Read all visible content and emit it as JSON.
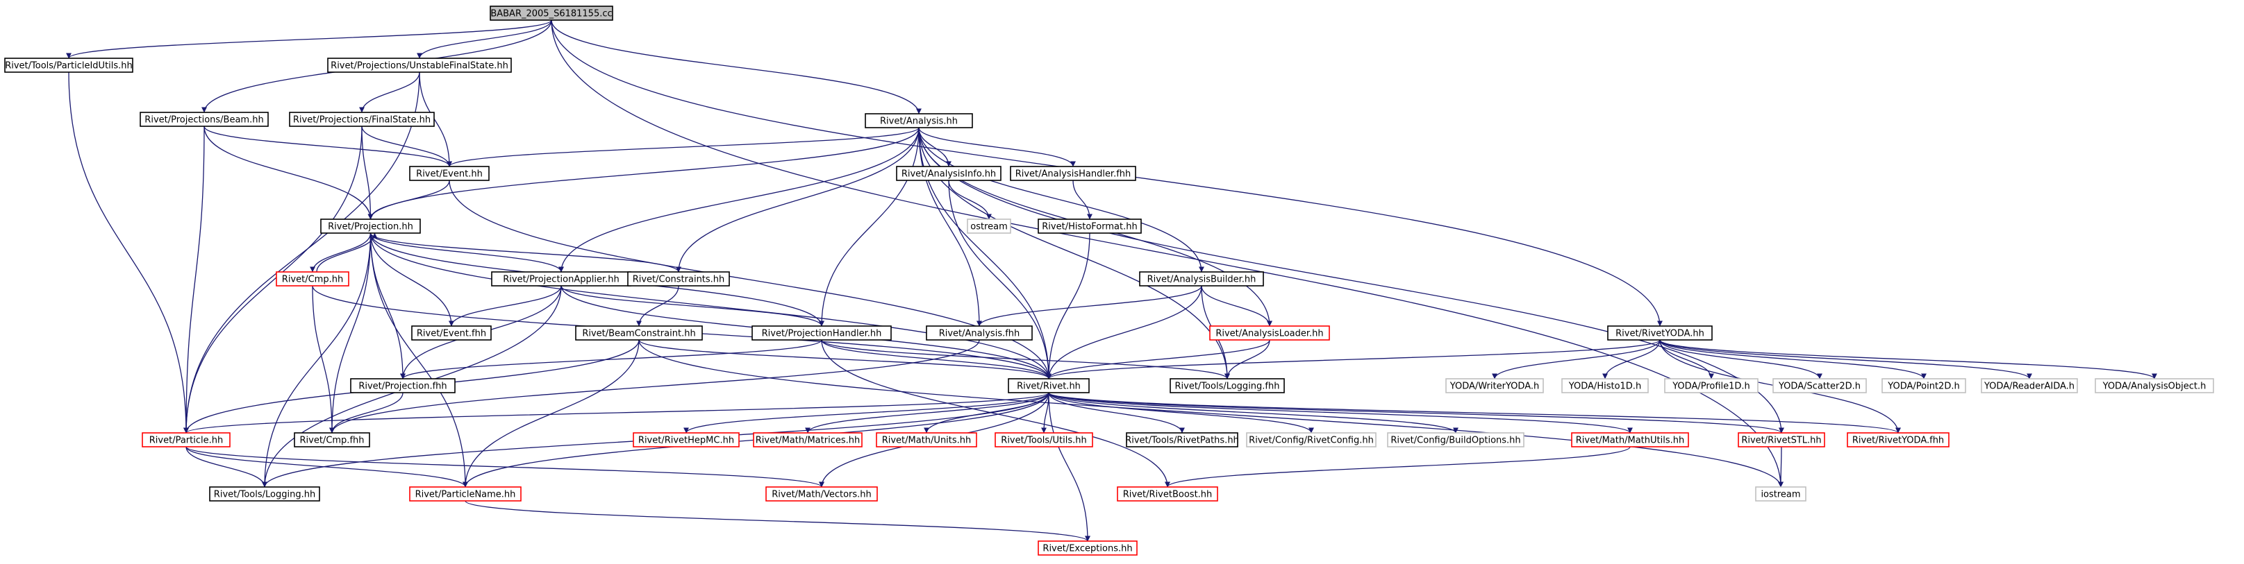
{
  "colors": {
    "edge": "#191970",
    "root_fill": "#bfbfbf",
    "documented_border": "#000000",
    "truncated_border": "#ff0000",
    "external_border": "#bfbfbf",
    "external_text": "#555555",
    "background": "#ffffff"
  },
  "nodes": [
    {
      "id": "root",
      "label": "BABAR_2005_S6181155.cc",
      "kind": "root"
    },
    {
      "id": "pidutils",
      "label": "Rivet/Tools/ParticleIdUtils.hh",
      "kind": "documented"
    },
    {
      "id": "ufs",
      "label": "Rivet/Projections/UnstableFinalState.hh",
      "kind": "documented"
    },
    {
      "id": "beam",
      "label": "Rivet/Projections/Beam.hh",
      "kind": "documented"
    },
    {
      "id": "fs",
      "label": "Rivet/Projections/FinalState.hh",
      "kind": "documented"
    },
    {
      "id": "analysis",
      "label": "Rivet/Analysis.hh",
      "kind": "documented"
    },
    {
      "id": "event",
      "label": "Rivet/Event.hh",
      "kind": "documented"
    },
    {
      "id": "projection",
      "label": "Rivet/Projection.hh",
      "kind": "documented"
    },
    {
      "id": "cmp",
      "label": "Rivet/Cmp.hh",
      "kind": "truncated"
    },
    {
      "id": "projapplier",
      "label": "Rivet/ProjectionApplier.hh",
      "kind": "documented"
    },
    {
      "id": "constraints",
      "label": "Rivet/Constraints.hh",
      "kind": "documented"
    },
    {
      "id": "eventfhh",
      "label": "Rivet/Event.fhh",
      "kind": "documented"
    },
    {
      "id": "beamconstraint",
      "label": "Rivet/BeamConstraint.hh",
      "kind": "documented"
    },
    {
      "id": "projhandler",
      "label": "Rivet/ProjectionHandler.hh",
      "kind": "documented"
    },
    {
      "id": "analysisinfo",
      "label": "Rivet/AnalysisInfo.hh",
      "kind": "documented"
    },
    {
      "id": "analysishandler",
      "label": "Rivet/AnalysisHandler.fhh",
      "kind": "documented"
    },
    {
      "id": "ostream",
      "label": "ostream",
      "kind": "external"
    },
    {
      "id": "histoformat",
      "label": "Rivet/HistoFormat.hh",
      "kind": "documented"
    },
    {
      "id": "analysisbuilder",
      "label": "Rivet/AnalysisBuilder.hh",
      "kind": "documented"
    },
    {
      "id": "analysisfhh",
      "label": "Rivet/Analysis.fhh",
      "kind": "documented"
    },
    {
      "id": "analysisloader",
      "label": "Rivet/AnalysisLoader.hh",
      "kind": "truncated"
    },
    {
      "id": "riverayoda",
      "label": "Rivet/RivetYODA.hh",
      "kind": "documented"
    },
    {
      "id": "projfhh",
      "label": "Rivet/Projection.fhh",
      "kind": "documented"
    },
    {
      "id": "rivethh",
      "label": "Rivet/Rivet.hh",
      "kind": "documented"
    },
    {
      "id": "toolslogfhh",
      "label": "Rivet/Tools/Logging.fhh",
      "kind": "documented"
    },
    {
      "id": "writeryoda",
      "label": "YODA/WriterYODA.h",
      "kind": "external"
    },
    {
      "id": "histo1d",
      "label": "YODA/Histo1D.h",
      "kind": "external"
    },
    {
      "id": "profile1d",
      "label": "YODA/Profile1D.h",
      "kind": "external"
    },
    {
      "id": "scatter2d",
      "label": "YODA/Scatter2D.h",
      "kind": "external"
    },
    {
      "id": "point2d",
      "label": "YODA/Point2D.h",
      "kind": "external"
    },
    {
      "id": "readeraida",
      "label": "YODA/ReaderAIDA.h",
      "kind": "external"
    },
    {
      "id": "analysisobject",
      "label": "YODA/AnalysisObject.h",
      "kind": "external"
    },
    {
      "id": "particle",
      "label": "Rivet/Particle.hh",
      "kind": "truncated"
    },
    {
      "id": "cmpfhh",
      "label": "Rivet/Cmp.fhh",
      "kind": "documented"
    },
    {
      "id": "hepmc",
      "label": "Rivet/RivetHepMC.hh",
      "kind": "truncated"
    },
    {
      "id": "matrices",
      "label": "Rivet/Math/Matrices.hh",
      "kind": "truncated"
    },
    {
      "id": "units",
      "label": "Rivet/Math/Units.hh",
      "kind": "truncated"
    },
    {
      "id": "toolsutils",
      "label": "Rivet/Tools/Utils.hh",
      "kind": "truncated"
    },
    {
      "id": "rivetpaths",
      "label": "Rivet/Tools/RivetPaths.hh",
      "kind": "documented"
    },
    {
      "id": "rivetconfig",
      "label": "Rivet/Config/RivetConfig.hh",
      "kind": "external"
    },
    {
      "id": "buildoptions",
      "label": "Rivet/Config/BuildOptions.hh",
      "kind": "external"
    },
    {
      "id": "mathutils",
      "label": "Rivet/Math/MathUtils.hh",
      "kind": "truncated"
    },
    {
      "id": "rivetstl",
      "label": "Rivet/RivetSTL.hh",
      "kind": "truncated"
    },
    {
      "id": "rivetyodafhh",
      "label": "Rivet/RivetYODA.fhh",
      "kind": "truncated"
    },
    {
      "id": "toolslogging",
      "label": "Rivet/Tools/Logging.hh",
      "kind": "documented"
    },
    {
      "id": "particlename",
      "label": "Rivet/ParticleName.hh",
      "kind": "truncated"
    },
    {
      "id": "vectors",
      "label": "Rivet/Math/Vectors.hh",
      "kind": "truncated"
    },
    {
      "id": "rivetboost",
      "label": "Rivet/RivetBoost.hh",
      "kind": "truncated"
    },
    {
      "id": "iostream",
      "label": "iostream",
      "kind": "external"
    },
    {
      "id": "exceptions",
      "label": "Rivet/Exceptions.hh",
      "kind": "truncated"
    }
  ],
  "edges": [
    [
      "root",
      "pidutils"
    ],
    [
      "root",
      "ufs"
    ],
    [
      "root",
      "beam"
    ],
    [
      "root",
      "analysis"
    ],
    [
      "root",
      "riverayoda"
    ],
    [
      "root",
      "iostream"
    ],
    [
      "pidutils",
      "particle"
    ],
    [
      "ufs",
      "fs"
    ],
    [
      "ufs",
      "event"
    ],
    [
      "ufs",
      "particle"
    ],
    [
      "beam",
      "event"
    ],
    [
      "beam",
      "projection"
    ],
    [
      "beam",
      "particle"
    ],
    [
      "fs",
      "event"
    ],
    [
      "fs",
      "projection"
    ],
    [
      "fs",
      "particle"
    ],
    [
      "analysis",
      "event"
    ],
    [
      "analysis",
      "projection"
    ],
    [
      "analysis",
      "projapplier"
    ],
    [
      "analysis",
      "constraints"
    ],
    [
      "analysis",
      "projhandler"
    ],
    [
      "analysis",
      "analysisinfo"
    ],
    [
      "analysis",
      "analysishandler"
    ],
    [
      "analysis",
      "analysisfhh"
    ],
    [
      "analysis",
      "analysisbuilder"
    ],
    [
      "analysis",
      "analysisloader"
    ],
    [
      "analysis",
      "rivethh"
    ],
    [
      "analysis",
      "toolslogfhh"
    ],
    [
      "analysis",
      "rivetstl"
    ],
    [
      "event",
      "projection"
    ],
    [
      "event",
      "rivethh"
    ],
    [
      "projection",
      "cmp"
    ],
    [
      "projection",
      "projapplier"
    ],
    [
      "projection",
      "constraints"
    ],
    [
      "projection",
      "eventfhh"
    ],
    [
      "projection",
      "projhandler"
    ],
    [
      "projection",
      "projfhh"
    ],
    [
      "projection",
      "rivethh"
    ],
    [
      "projection",
      "cmpfhh"
    ],
    [
      "projection",
      "particlename"
    ],
    [
      "projection",
      "toolslogging"
    ],
    [
      "cmp",
      "projection"
    ],
    [
      "cmp",
      "cmpfhh"
    ],
    [
      "cmp",
      "rivethh"
    ],
    [
      "projapplier",
      "eventfhh"
    ],
    [
      "projapplier",
      "projhandler"
    ],
    [
      "projapplier",
      "projfhh"
    ],
    [
      "projapplier",
      "rivethh"
    ],
    [
      "projapplier",
      "toolslogging"
    ],
    [
      "constraints",
      "beamconstraint"
    ],
    [
      "beamconstraint",
      "rivethh"
    ],
    [
      "beamconstraint",
      "particle"
    ],
    [
      "beamconstraint",
      "particlename"
    ],
    [
      "beamconstraint",
      "iostream"
    ],
    [
      "projhandler",
      "projfhh"
    ],
    [
      "projhandler",
      "rivethh"
    ],
    [
      "projhandler",
      "toolslogfhh"
    ],
    [
      "projhandler",
      "rivetboost"
    ],
    [
      "analysisinfo",
      "ostream"
    ],
    [
      "analysisinfo",
      "rivethh"
    ],
    [
      "analysishandler",
      "histoformat"
    ],
    [
      "histoformat",
      "rivethh"
    ],
    [
      "analysisbuilder",
      "analysisfhh"
    ],
    [
      "analysisbuilder",
      "analysisloader"
    ],
    [
      "analysisbuilder",
      "rivethh"
    ],
    [
      "analysisbuilder",
      "toolslogfhh"
    ],
    [
      "analysisloader",
      "rivethh"
    ],
    [
      "analysisloader",
      "toolslogfhh"
    ],
    [
      "analysisfhh",
      "cmpfhh"
    ],
    [
      "riverayoda",
      "rivethh"
    ],
    [
      "riverayoda",
      "rivetyodafhh"
    ],
    [
      "riverayoda",
      "writeryoda"
    ],
    [
      "riverayoda",
      "histo1d"
    ],
    [
      "riverayoda",
      "profile1d"
    ],
    [
      "riverayoda",
      "scatter2d"
    ],
    [
      "riverayoda",
      "point2d"
    ],
    [
      "riverayoda",
      "readeraida"
    ],
    [
      "riverayoda",
      "analysisobject"
    ],
    [
      "projfhh",
      "cmpfhh"
    ],
    [
      "rivethh",
      "particle"
    ],
    [
      "rivethh",
      "hepmc"
    ],
    [
      "rivethh",
      "matrices"
    ],
    [
      "rivethh",
      "units"
    ],
    [
      "rivethh",
      "toolsutils"
    ],
    [
      "rivethh",
      "rivetpaths"
    ],
    [
      "rivethh",
      "rivetconfig"
    ],
    [
      "rivethh",
      "buildoptions"
    ],
    [
      "rivethh",
      "mathutils"
    ],
    [
      "rivethh",
      "rivetstl"
    ],
    [
      "rivethh",
      "rivetyodafhh"
    ],
    [
      "rivethh",
      "toolslogging"
    ],
    [
      "rivethh",
      "particlename"
    ],
    [
      "rivethh",
      "vectors"
    ],
    [
      "rivethh",
      "exceptions"
    ],
    [
      "particle",
      "toolslogging"
    ],
    [
      "particle",
      "particlename"
    ],
    [
      "particle",
      "vectors"
    ],
    [
      "particlename",
      "exceptions"
    ],
    [
      "mathutils",
      "rivetboost"
    ],
    [
      "rivetstl",
      "iostream"
    ]
  ]
}
